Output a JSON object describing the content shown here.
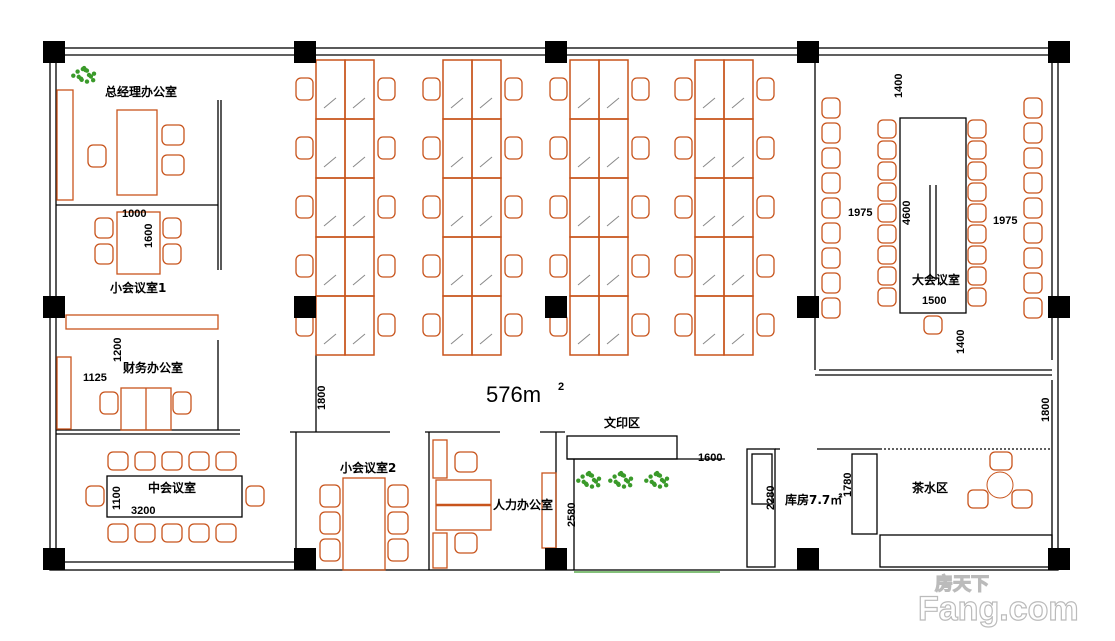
{
  "area_label": "576m",
  "area_sup": "2",
  "rooms": [
    {
      "id": "gm-office",
      "label": "总经理办公室"
    },
    {
      "id": "small-meeting-1",
      "label": "小会议室1"
    },
    {
      "id": "finance-office",
      "label": "财务办公室"
    },
    {
      "id": "medium-meeting",
      "label": "中会议室"
    },
    {
      "id": "small-meeting-2",
      "label": "小会议室2"
    },
    {
      "id": "hr-office",
      "label": "人力办公室"
    },
    {
      "id": "print-area",
      "label": "文印区"
    },
    {
      "id": "storage",
      "label": "库房7.7㎡"
    },
    {
      "id": "tea-area",
      "label": "茶水区"
    },
    {
      "id": "large-meeting",
      "label": "大会议室"
    }
  ],
  "dimensions": [
    "1000",
    "1600",
    "1200",
    "1125",
    "1100",
    "3200",
    "1800",
    "2580",
    "1600",
    "2280",
    "1780",
    "1800",
    "1400",
    "1975",
    "4600",
    "1975",
    "1500",
    "1400"
  ],
  "watermark": {
    "cn": "房天下",
    "en": "Fang.com"
  },
  "colors": {
    "furniture": "#c8541c",
    "wall": "#000000",
    "plant": "#3a9a2a"
  }
}
